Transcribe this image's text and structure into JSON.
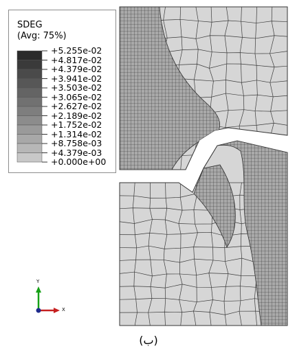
{
  "legend": {
    "title": "SDEG",
    "subtitle": "(Avg: 75%)",
    "labels": [
      "+5.255e-02",
      "+4.817e-02",
      "+4.379e-02",
      "+3.941e-02",
      "+3.503e-02",
      "+3.065e-02",
      "+2.627e-02",
      "+2.189e-02",
      "+1.752e-02",
      "+1.314e-02",
      "+8.758e-03",
      "+4.379e-03",
      "+0.000e+00"
    ],
    "colors": [
      "#2b2b2b",
      "#3a3a3a",
      "#4a4a4a",
      "#575757",
      "#646464",
      "#717171",
      "#7e7e7e",
      "#8c8c8c",
      "#9a9a9a",
      "#a8a8a8",
      "#b7b7b7",
      "#c8c8c8"
    ]
  },
  "triad": {
    "y_label": "Y",
    "x_label": "X",
    "y_color": "#16a016",
    "x_color": "#c62020",
    "origin_color": "#1f2a8c"
  },
  "mesh": {
    "fill": "#d6d6d6",
    "line": "#333333",
    "dense_fill": "#9c9c9c"
  },
  "caption": "(ب)"
}
